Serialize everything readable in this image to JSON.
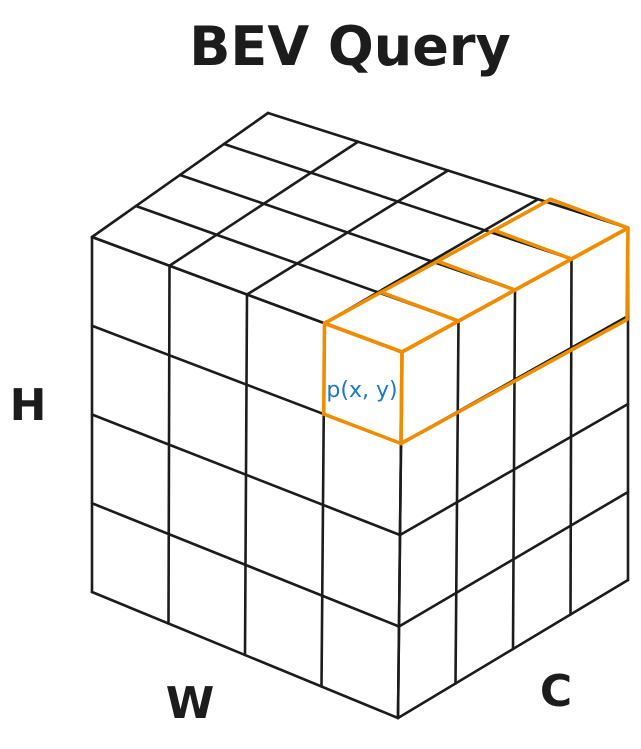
{
  "title": "BEV Query",
  "axes": {
    "height": "H",
    "width": "W",
    "channel": "C"
  },
  "grid": {
    "columns": 4,
    "rows": 4,
    "depth": 4
  },
  "highlighted_query": {
    "label": "p(x, y)",
    "column": 3,
    "row": 0
  },
  "colors": {
    "lines": "#1c1c1c",
    "highlight": "#f08c00",
    "point_label": "#1f78c4",
    "background": "#ffffff"
  }
}
